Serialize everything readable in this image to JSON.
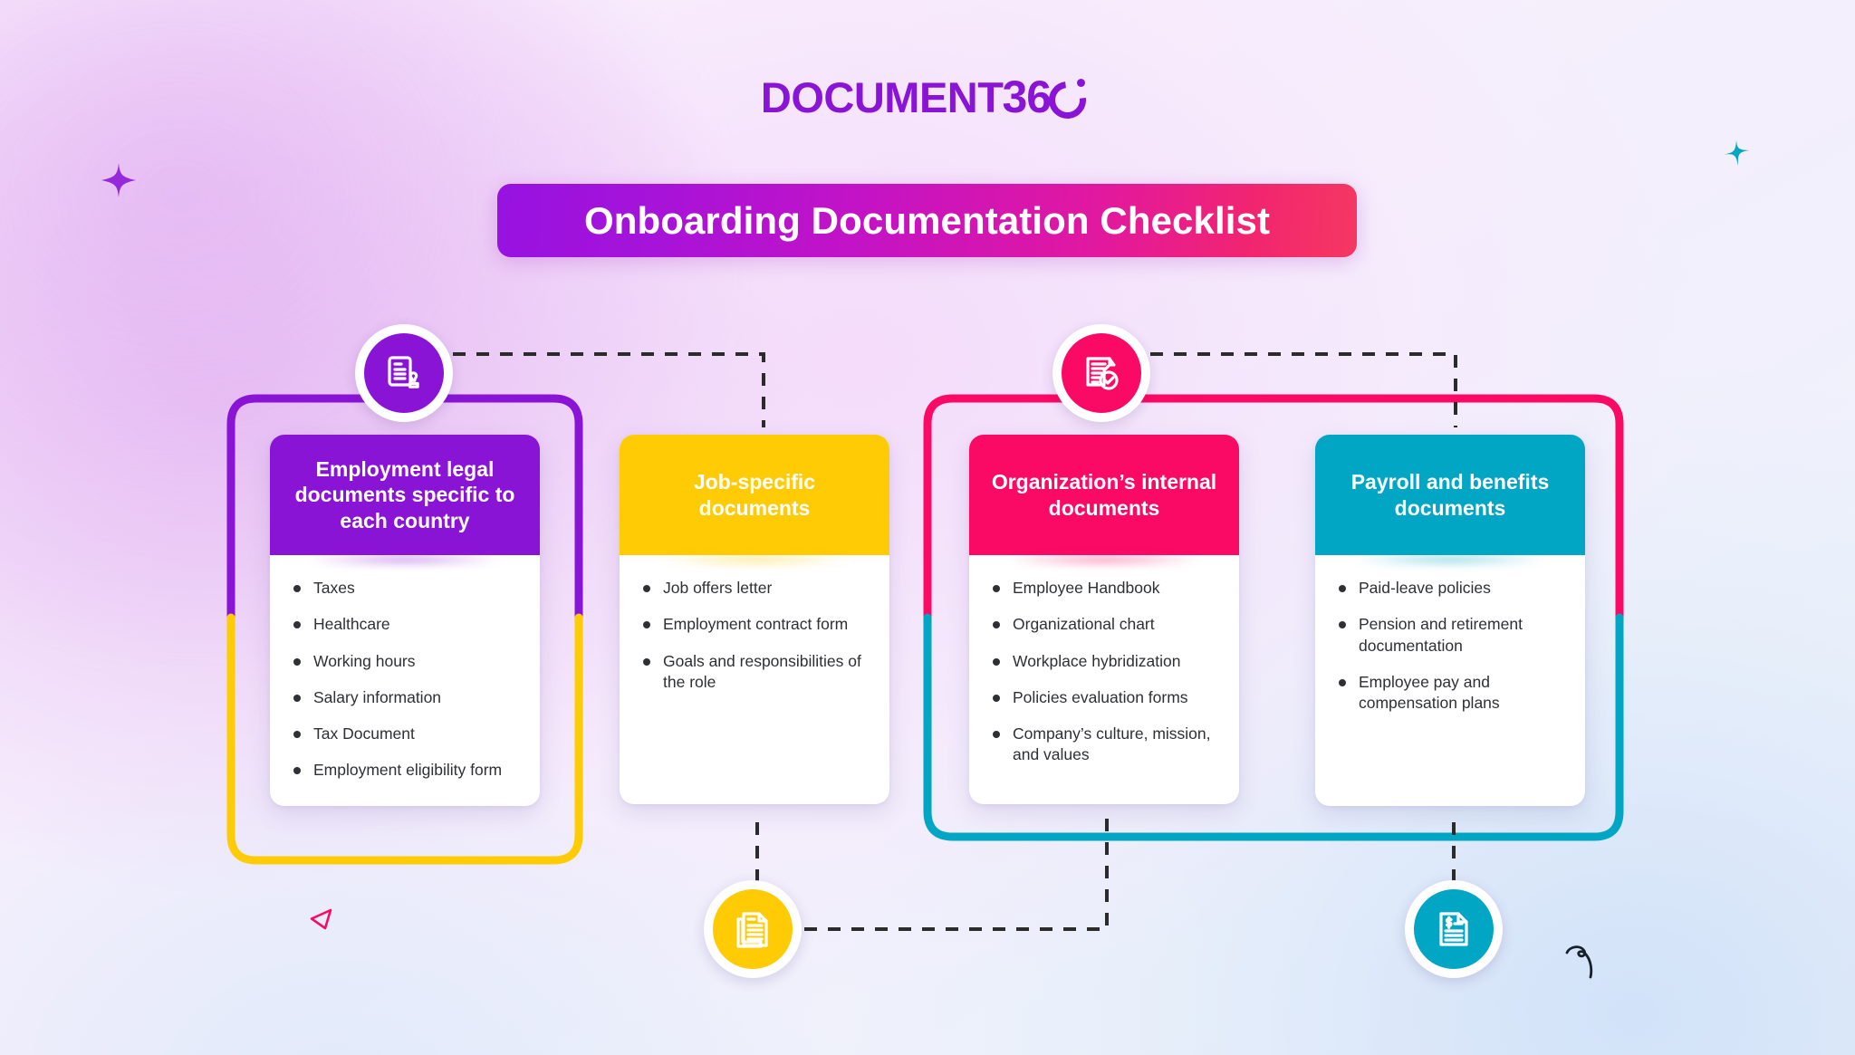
{
  "brand": {
    "logo_word": "DOCUMENT",
    "logo_number": "36",
    "logo_color": "#8A14D6",
    "logo_alt": "Document360"
  },
  "header": {
    "title": "Onboarding Documentation Checklist",
    "gradient_from": "#9712E0",
    "gradient_to": "#F53862"
  },
  "cards": [
    {
      "title": "Employment legal documents specific to each country",
      "color": "#8A14D6",
      "bullet_color": "#8A14D6",
      "icon": "document-stamp-icon",
      "items": [
        "Taxes",
        "Healthcare",
        "Working hours",
        "Salary information",
        "Tax Document",
        "Employment eligibility form"
      ]
    },
    {
      "title": "Job-specific documents",
      "color": "#FFCB05",
      "bullet_color": "#FFCB05",
      "icon": "document-stack-icon",
      "items": [
        "Job offers letter",
        "Employment contract form",
        "Goals and responsibilities of the role"
      ]
    },
    {
      "title": "Organization’s internal documents",
      "color": "#FA0A64",
      "bullet_color": "#FA0A64",
      "icon": "document-check-icon",
      "items": [
        "Employee Handbook",
        "Organizational chart",
        "Workplace hybridization",
        "Policies evaluation forms",
        "Company’s culture, mission, and values"
      ]
    },
    {
      "title": "Payroll and benefits documents",
      "color": "#00A6C3",
      "bullet_color": "#00A6C3",
      "icon": "document-dollar-icon",
      "items": [
        "Paid-leave policies",
        "Pension and retirement documentation",
        "Employee pay and compensation plans"
      ]
    }
  ],
  "badges": [
    {
      "icon": "document-stamp-icon",
      "color": "#8A14D6"
    },
    {
      "icon": "document-check-icon",
      "color": "#FA0A64"
    },
    {
      "icon": "document-stack-icon",
      "color": "#FFCB05"
    },
    {
      "icon": "document-dollar-icon",
      "color": "#00A6C3"
    }
  ],
  "decorations": [
    {
      "name": "sparkle-purple",
      "color": "#8A14D6"
    },
    {
      "name": "star-x-teal",
      "color": "#00A6C3"
    },
    {
      "name": "triangle-pink",
      "color": "#FA0A64"
    },
    {
      "name": "squiggle-dark",
      "color": "#15202B"
    }
  ],
  "brackets": [
    {
      "name": "bracket-purple-yellow",
      "from": "#8A14D6",
      "to": "#FFCB05"
    },
    {
      "name": "bracket-pink-teal",
      "from": "#FA0A64",
      "to": "#00A6C3"
    }
  ],
  "connectors": {
    "color": "#2B2B2B",
    "style": "dashed"
  }
}
